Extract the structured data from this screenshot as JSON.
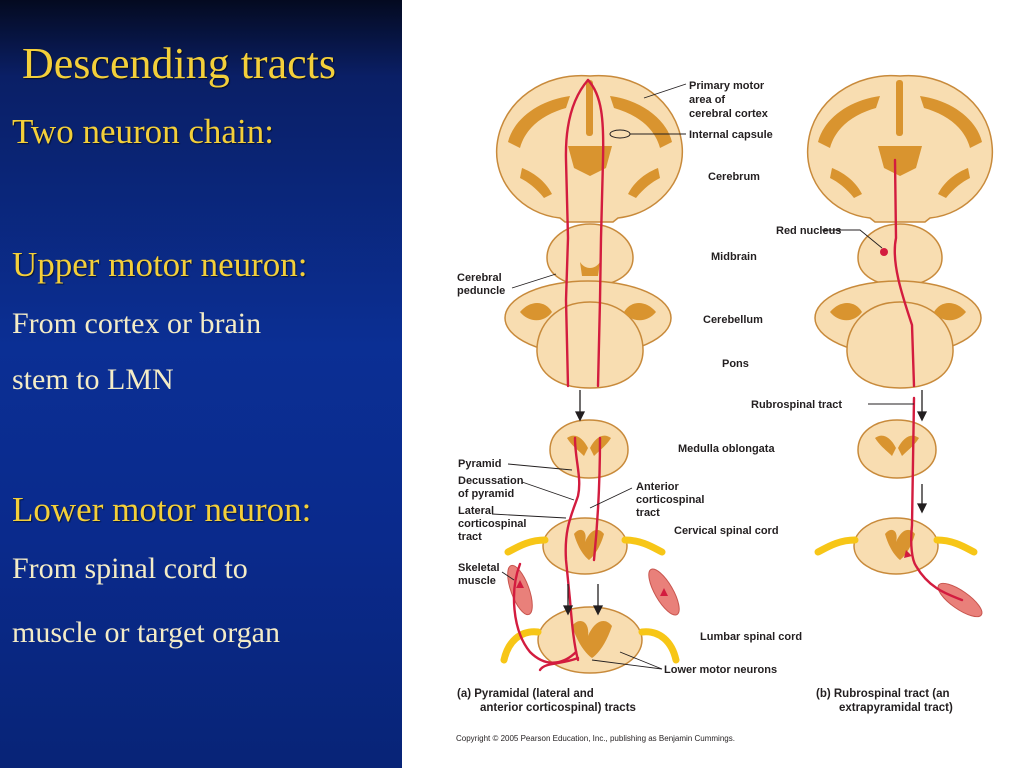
{
  "slide": {
    "title": "Descending tracts",
    "subtitle": "Two neuron chain:",
    "upper": {
      "heading": "Upper motor neuron:",
      "line1": "From cortex or brain",
      "line2": "stem to LMN"
    },
    "lower": {
      "heading": "Lower motor neuron:",
      "line1": "From spinal cord to",
      "line2": "muscle or target organ"
    }
  },
  "diagram": {
    "labels": {
      "primary_motor_1": "Primary motor",
      "primary_motor_2": "area of",
      "primary_motor_3": "cerebral cortex",
      "internal_capsule": "Internal capsule",
      "cerebrum": "Cerebrum",
      "red_nucleus": "Red nucleus",
      "midbrain": "Midbrain",
      "cerebral_peduncle_1": "Cerebral",
      "cerebral_peduncle_2": "peduncle",
      "cerebellum": "Cerebellum",
      "pons": "Pons",
      "rubrospinal_tract": "Rubrospinal tract",
      "medulla": "Medulla oblongata",
      "pyramid": "Pyramid",
      "decussation_1": "Decussation",
      "decussation_2": "of pyramid",
      "anterior_cs_1": "Anterior",
      "anterior_cs_2": "corticospinal",
      "anterior_cs_3": "tract",
      "lateral_cs_1": "Lateral",
      "lateral_cs_2": "corticospinal",
      "lateral_cs_3": "tract",
      "cervical": "Cervical spinal cord",
      "skeletal_1": "Skeletal",
      "skeletal_2": "muscle",
      "lumbar": "Lumbar spinal cord",
      "lower_motor_neurons": "Lower motor neurons"
    },
    "caption_a_1": "(a)  Pyramidal (lateral and",
    "caption_a_2": "anterior corticospinal) tracts",
    "caption_b_1": "(b)  Rubrospinal tract (an",
    "caption_b_2": "extrapyramidal tract)",
    "copyright": "Copyright © 2005 Pearson Education, Inc., publishing as Benjamin Cummings.",
    "colors": {
      "tissue": "#f8ddb1",
      "tissue_dark": "#d9942f",
      "tissue_outline": "#c88a3b",
      "tract": "#d31c3f",
      "nerve": "#f7c617",
      "muscle": "#e9807a"
    }
  }
}
